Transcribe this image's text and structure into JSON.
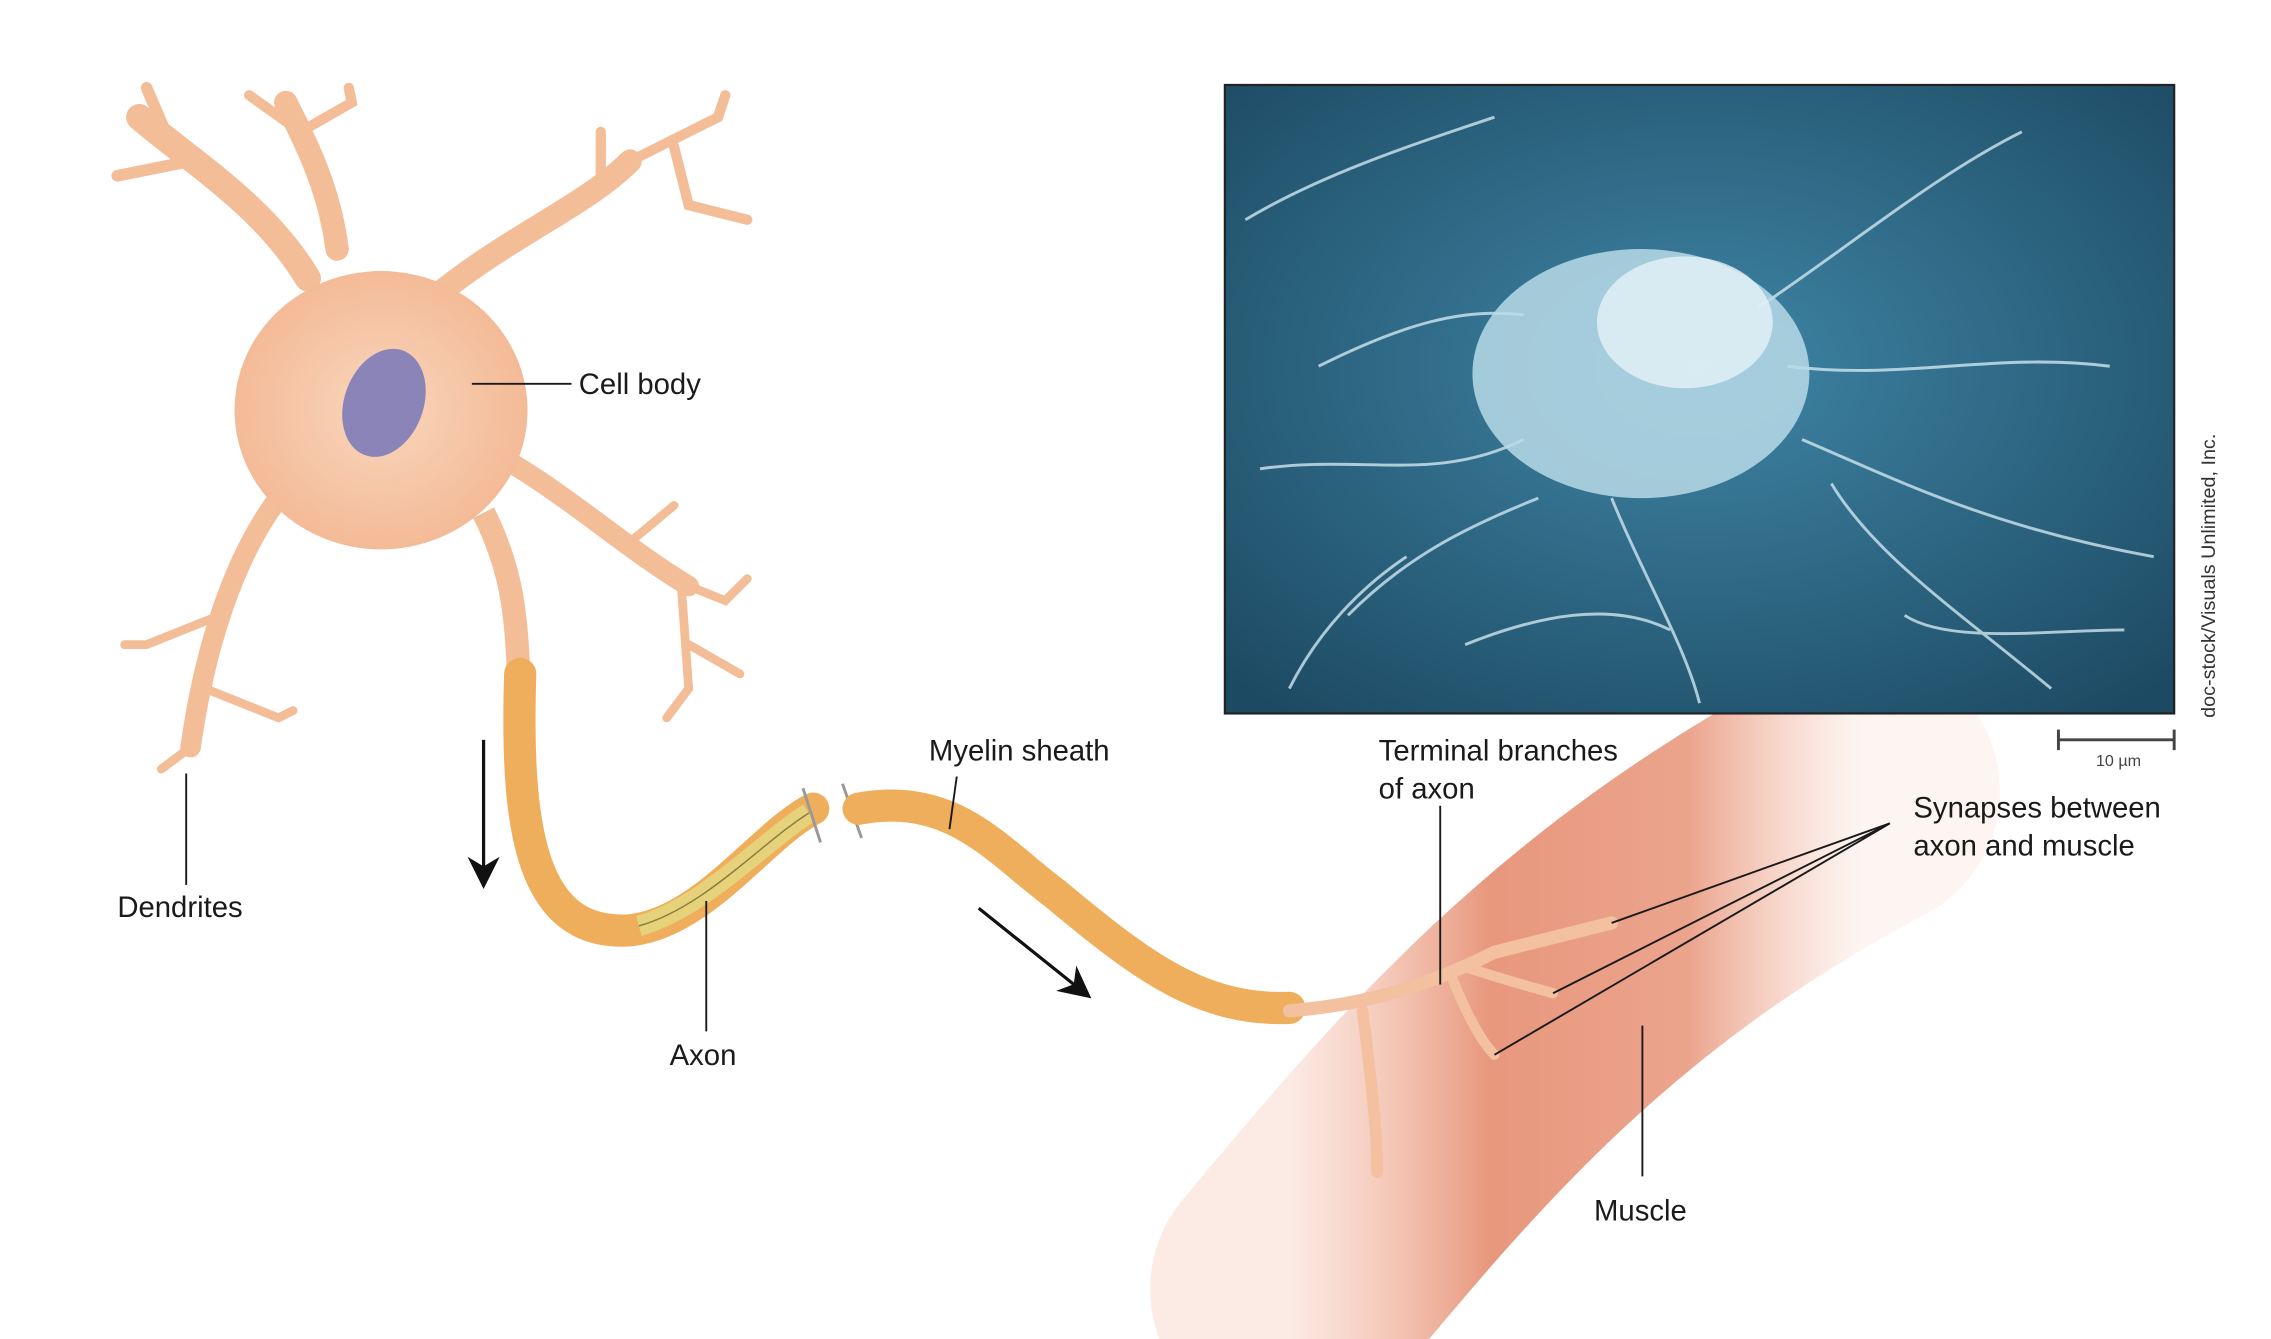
{
  "labels": {
    "cell_body": "Cell body",
    "dendrites": "Dendrites",
    "axon": "Axon",
    "myelin_sheath": "Myelin sheath",
    "terminal_branches_line1": "Terminal branches",
    "terminal_branches_line2": "of axon",
    "synapses_line1": "Synapses between",
    "synapses_line2": "axon and muscle",
    "muscle": "Muscle"
  },
  "micrograph": {
    "scale_bar_label": "10 µm",
    "credit": "doc-stock/Visuals Unlimited, Inc."
  },
  "colors": {
    "neuron": "#f6c4a2",
    "myelin": "#f0b060",
    "nucleus": "#8a84b8",
    "muscle": "#e8947a",
    "micrograph": "#2c6682"
  }
}
